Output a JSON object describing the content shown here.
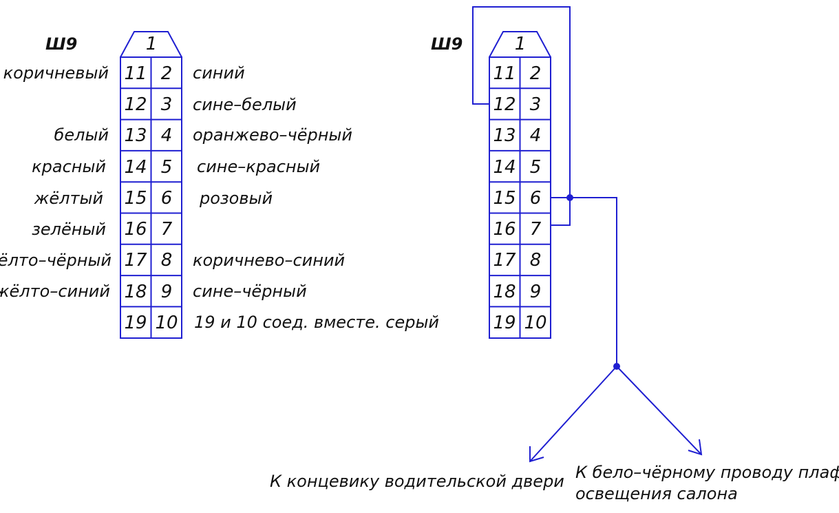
{
  "colors": {
    "lines": "#1f1fd1",
    "text": "#111111"
  },
  "left": {
    "connector_label": "Ш9",
    "top_pin": "1",
    "rows": [
      {
        "l": "11",
        "r": "2",
        "left_label": "коричневый",
        "right_label": "синий"
      },
      {
        "l": "12",
        "r": "3",
        "left_label": "",
        "right_label": "сине–белый"
      },
      {
        "l": "13",
        "r": "4",
        "left_label": "белый",
        "right_label": "оранжево–чёрный"
      },
      {
        "l": "14",
        "r": "5",
        "left_label": "красный",
        "right_label": "сине–красный"
      },
      {
        "l": "15",
        "r": "6",
        "left_label": "жёлтый",
        "right_label": "розовый"
      },
      {
        "l": "16",
        "r": "7",
        "left_label": "зелёный",
        "right_label": ""
      },
      {
        "l": "17",
        "r": "8",
        "left_label": "жёлто–чёрный",
        "right_label": "коричнево–синий"
      },
      {
        "l": "18",
        "r": "9",
        "left_label": "жёлто–синий",
        "right_label": "сине–чёрный"
      },
      {
        "l": "19",
        "r": "10",
        "left_label": "",
        "right_label": "19 и 10 соед. вместе. серый"
      }
    ]
  },
  "right": {
    "connector_label": "Ш9",
    "top_pin": "1",
    "rows": [
      {
        "l": "11",
        "r": "2"
      },
      {
        "l": "12",
        "r": "3"
      },
      {
        "l": "13",
        "r": "4"
      },
      {
        "l": "14",
        "r": "5"
      },
      {
        "l": "15",
        "r": "6"
      },
      {
        "l": "16",
        "r": "7"
      },
      {
        "l": "17",
        "r": "8"
      },
      {
        "l": "18",
        "r": "9"
      },
      {
        "l": "19",
        "r": "10"
      }
    ]
  },
  "destinations": {
    "driver_door": "К концевику водительской двери",
    "ceiling_line1": "К бело–чёрному проводу плафона",
    "ceiling_line2": "освещения салона"
  }
}
